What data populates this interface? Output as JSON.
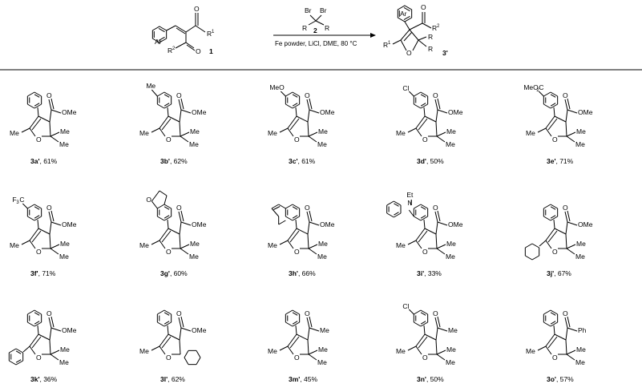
{
  "header": {
    "sm_label_ar": "Ar",
    "sm_label_r1": "R",
    "sm_label_r1_sup": "1",
    "sm_label_r2": "R",
    "sm_label_r2_sup": "2",
    "sm_label_o1": "O",
    "sm_label_o2": "O",
    "sm_number": "1",
    "reagent_br1": "Br",
    "reagent_br2": "Br",
    "reagent_r1": "R",
    "reagent_r2": "R",
    "reagent_number": "2",
    "conditions": "Fe powder, LiCl, DME, 80 °C",
    "prod_label_ar": "Ar",
    "prod_label_o_ketone": "O",
    "prod_label_r2": "R",
    "prod_label_r2_sup": "2",
    "prod_label_r1": "R",
    "prod_label_r1_sup": "1",
    "prod_label_r_a": "R",
    "prod_label_r_b": "R",
    "prod_label_o_ring": "O",
    "prod_number": "3'"
  },
  "labels": {
    "me": "Me",
    "ome": "OMe",
    "o": "O",
    "meo": "MeO",
    "cl": "Cl",
    "meo2c": "MeO",
    "meo2c_sub": "2",
    "meo2c_c": "C",
    "f3c_f": "F",
    "f3c_sub": "3",
    "f3c_c": "C",
    "et": "Et",
    "n": "N",
    "ph": "Ph"
  },
  "compounds": [
    {
      "id": "3a'",
      "yield": ", 61%"
    },
    {
      "id": "3b'",
      "yield": ", 62%"
    },
    {
      "id": "3c'",
      "yield": ", 61%"
    },
    {
      "id": "3d'",
      "yield": ", 50%"
    },
    {
      "id": "3e'",
      "yield": ", 71%"
    },
    {
      "id": "3f'",
      "yield": ", 71%"
    },
    {
      "id": "3g'",
      "yield": ", 60%"
    },
    {
      "id": "3h'",
      "yield": ", 66%"
    },
    {
      "id": "3i'",
      "yield": ", 33%"
    },
    {
      "id": "3j'",
      "yield": ", 67%"
    },
    {
      "id": "3k'",
      "yield": ", 36%"
    },
    {
      "id": "3l'",
      "yield": ", 62%"
    },
    {
      "id": "3m'",
      "yield": ", 45%"
    },
    {
      "id": "3n'",
      "yield": ", 50%"
    },
    {
      "id": "3o'",
      "yield": ", 57%"
    }
  ]
}
